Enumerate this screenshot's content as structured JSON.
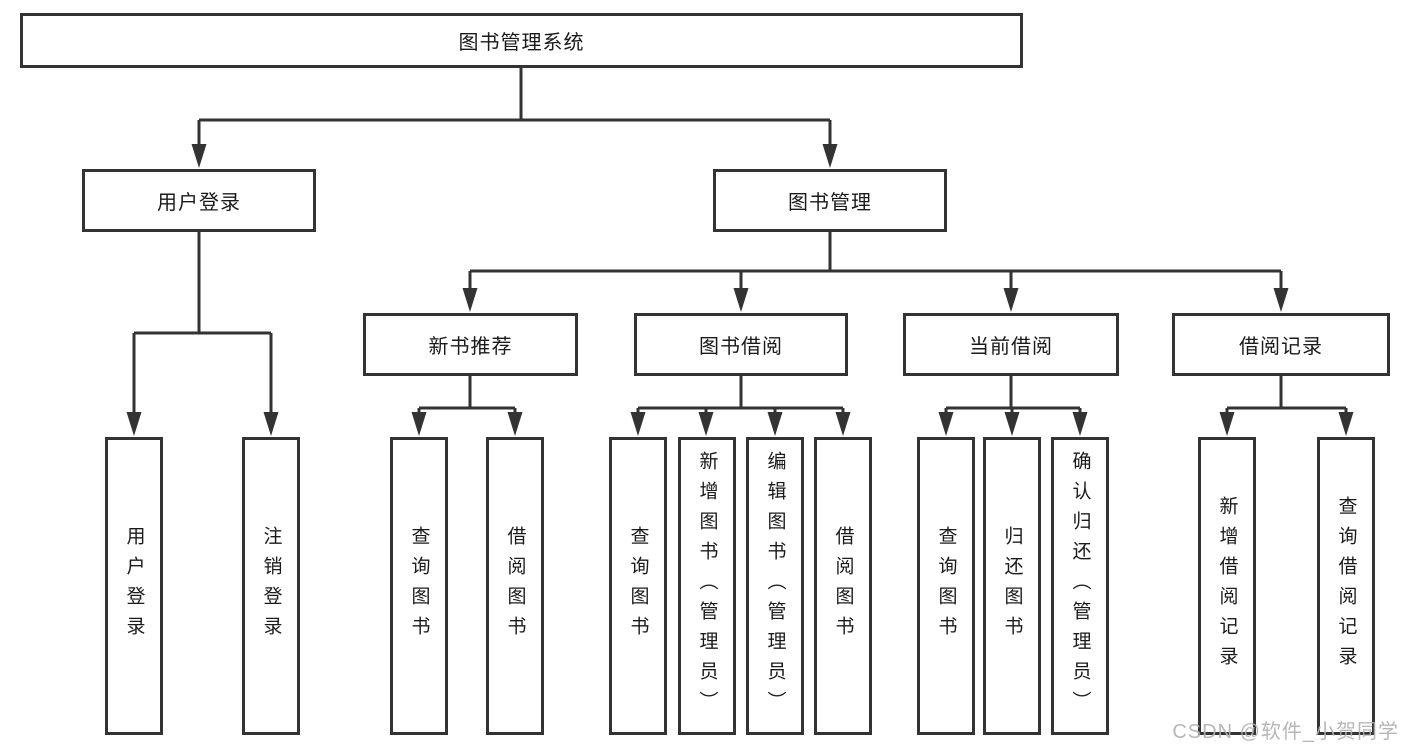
{
  "diagram": {
    "title": "图书管理系统",
    "nodes": {
      "root": "图书管理系统",
      "user_login": "用户登录",
      "book_mgmt": "图书管理",
      "new_book_rec": "新书推荐",
      "book_borrow": "图书借阅",
      "current_borrow": "当前借阅",
      "borrow_records": "借阅记录",
      "leaf_user_login": "用户登录",
      "leaf_logout": "注销登录",
      "leaf_query_book_new": "查询图书",
      "leaf_borrow_book_new": "借阅图书",
      "leaf_query_book_borrow": "查询图书",
      "leaf_add_book": "新增图书（管理员）",
      "leaf_edit_book": "编辑图书（管理员）",
      "leaf_borrow_book_borrow": "借阅图书",
      "leaf_query_book_current": "查询图书",
      "leaf_return_book": "归还图书",
      "leaf_confirm_return": "确认归还（管理员）",
      "leaf_add_borrow_record": "新增借阅记录",
      "leaf_query_borrow_record": "查询借阅记录"
    },
    "colors": {
      "line": "#333333",
      "box_border": "#333333",
      "box_fill": "#ffffff",
      "text": "#1a1a1a",
      "background": "#ffffff",
      "watermark_text": "#b0b0b0"
    }
  },
  "watermark": "CSDN @软件_小贺同学"
}
